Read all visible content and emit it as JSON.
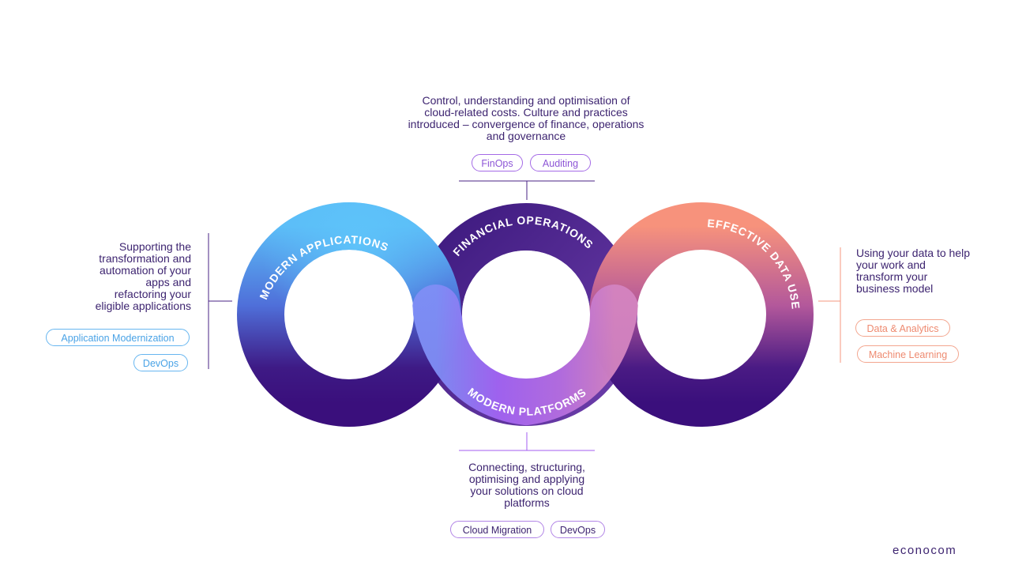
{
  "financial": {
    "title": "FINANCIAL OPERATIONS",
    "description": "Control, understanding  and optimisation of\ncloud-related costs. Culture and practices\nintroduced – convergence of finance, operations\nand governance",
    "tags": [
      "FinOps",
      "Auditing"
    ],
    "color": "#4a2384"
  },
  "applications": {
    "title": "MODERN APPLICATIONS",
    "description": "Supporting the\ntransformation and\nautomation of your\napps and\nrefactoring your\neligible applications",
    "tags": [
      "Application Modernization",
      "DevOps"
    ],
    "color": "#5ab4f5"
  },
  "data_use": {
    "title": "EFFECTIVE DATA USE",
    "description": "Using your data to help\nyour work and\ntransform your\nbusiness model",
    "tags": [
      "Data & Analytics",
      "Machine Learning"
    ],
    "color": "#f5977f"
  },
  "platforms": {
    "title": "MODERN PLATFORMS",
    "description": "Connecting, structuring,\noptimising and applying\nyour solutions on cloud\nplatforms",
    "tags": [
      "Cloud Migration",
      "DevOps"
    ],
    "color": "#a35cf0"
  },
  "brand": {
    "logo": "econocom"
  }
}
